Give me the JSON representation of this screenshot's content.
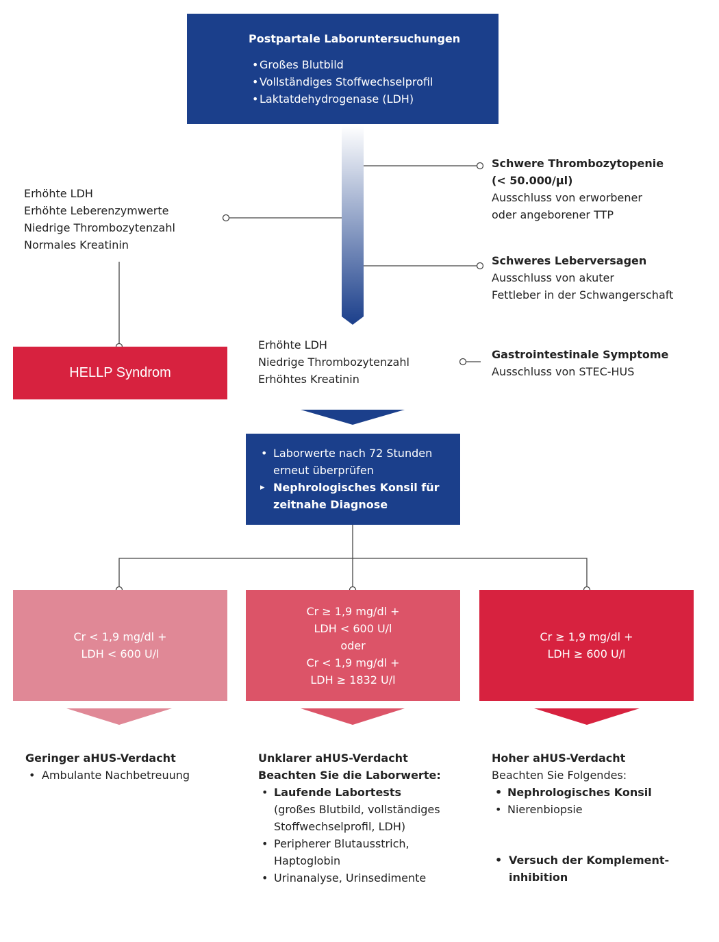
{
  "colors": {
    "blue": "#1b3f8b",
    "red": "#d7223f",
    "red_medium": "#dc5468",
    "red_light": "#e08896",
    "line": "#444444"
  },
  "top_box": {
    "title": "Postpartale Laboruntersuchungen",
    "items": [
      "Großes Blutbild",
      "Vollständiges Stoffwechselprofil",
      "Laktatdehydrogenase (LDH)"
    ]
  },
  "left_branch": {
    "lines": [
      "Erhöhte LDH",
      "Erhöhte Leberenzymwerte",
      "Niedrige Thrombozytenzahl",
      "Normales Kreatinin"
    ],
    "result": "HELLP Syndrom"
  },
  "right_branches": [
    {
      "title_lines": [
        "Schwere Thrombozytopenie",
        "(< 50.000/µl)"
      ],
      "text_lines": [
        "Ausschluss von erworbener",
        "oder angeborener TTP"
      ]
    },
    {
      "title_lines": [
        "Schweres Leberversagen"
      ],
      "text_lines": [
        "Ausschluss von akuter",
        "Fettleber in der Schwangerschaft"
      ]
    },
    {
      "title_lines": [
        "Gastrointestinale Symptome"
      ],
      "text_lines": [
        "Ausschluss von STEC-HUS"
      ]
    }
  ],
  "middle_findings": [
    "Erhöhte LDH",
    "Niedrige Thrombozytenzahl",
    "Erhöhtes Kreatinin"
  ],
  "action_box": {
    "item1": [
      "Laborwerte nach 72 Stunden",
      "erneut überprüfen"
    ],
    "item2": [
      "Nephrologisches Konsil für",
      "zeitnahe Diagnose"
    ]
  },
  "criteria": [
    {
      "lines": [
        "Cr < 1,9 mg/dl +",
        "LDH < 600 U/l"
      ]
    },
    {
      "lines": [
        "Cr ≥ 1,9 mg/dl +",
        "LDH < 600 U/l",
        "oder",
        "Cr < 1,9 mg/dl +",
        "LDH ≥ 1832 U/l"
      ]
    },
    {
      "lines": [
        "Cr ≥ 1,9 mg/dl +",
        "LDH ≥ 600 U/l"
      ]
    }
  ],
  "outcomes": {
    "low": {
      "title": "Geringer aHUS-Verdacht",
      "items": [
        "Ambulante Nachbetreuung"
      ]
    },
    "unclear": {
      "title": "Unklarer aHUS-Verdacht",
      "subtitle": "Beachten Sie die Laborwerte:",
      "item1_title": "Laufende Labortests",
      "item1_text": [
        "(großes Blutbild, vollständiges",
        "Stoffwechselprofil, LDH)"
      ],
      "item2": [
        "Peripherer Blutausstrich,",
        "Haptoglobin"
      ],
      "item3": "Urinanalyse, Urinsedimente"
    },
    "high": {
      "title": "Hoher aHUS-Verdacht",
      "subtitle": "Beachten Sie Folgendes:",
      "item1": "Nephrologisches Konsil",
      "item2": "Nierenbiopsie",
      "item3": [
        "Versuch der Komplement-",
        "inhibition"
      ]
    }
  }
}
